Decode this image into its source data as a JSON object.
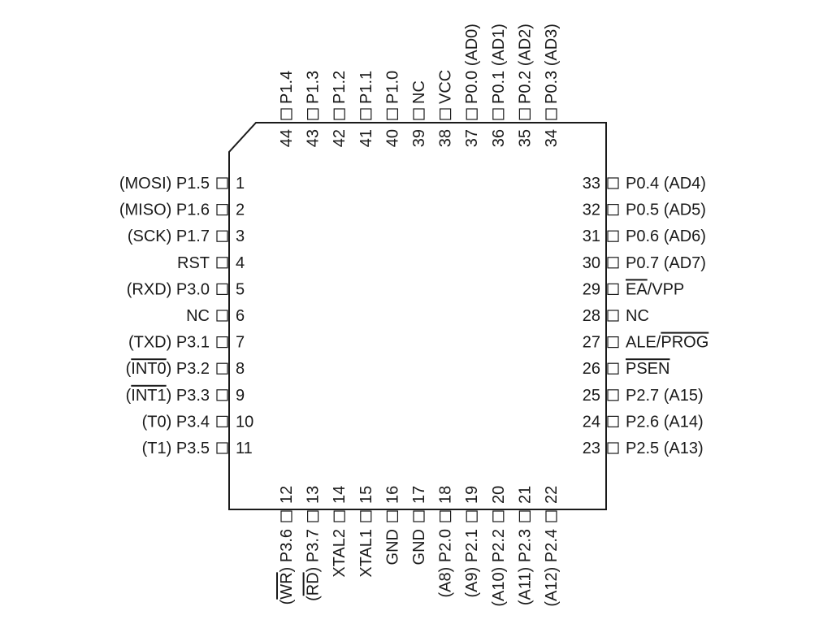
{
  "chip": {
    "package": "44-pin PLCC",
    "left_pins": [
      {
        "num": "1",
        "label": [
          {
            "t": "(MOSI) P1.5"
          }
        ]
      },
      {
        "num": "2",
        "label": [
          {
            "t": "(MISO) P1.6"
          }
        ]
      },
      {
        "num": "3",
        "label": [
          {
            "t": "(SCK) P1.7"
          }
        ]
      },
      {
        "num": "4",
        "label": [
          {
            "t": "RST"
          }
        ]
      },
      {
        "num": "5",
        "label": [
          {
            "t": "(RXD) P3.0"
          }
        ]
      },
      {
        "num": "6",
        "label": [
          {
            "t": "NC"
          }
        ]
      },
      {
        "num": "7",
        "label": [
          {
            "t": "(TXD) P3.1"
          }
        ]
      },
      {
        "num": "8",
        "label": [
          {
            "t": "("
          },
          {
            "t": "INT0",
            "o": true
          },
          {
            "t": ") P3.2"
          }
        ]
      },
      {
        "num": "9",
        "label": [
          {
            "t": "("
          },
          {
            "t": "INT1",
            "o": true
          },
          {
            "t": ") P3.3"
          }
        ]
      },
      {
        "num": "10",
        "label": [
          {
            "t": "(T0) P3.4"
          }
        ]
      },
      {
        "num": "11",
        "label": [
          {
            "t": "(T1) P3.5"
          }
        ]
      }
    ],
    "bottom_pins": [
      {
        "num": "12",
        "label": [
          {
            "t": "("
          },
          {
            "t": "WR",
            "o": true
          },
          {
            "t": ") P3.6"
          }
        ]
      },
      {
        "num": "13",
        "label": [
          {
            "t": "("
          },
          {
            "t": "RD",
            "o": true
          },
          {
            "t": ") P3.7"
          }
        ]
      },
      {
        "num": "14",
        "label": [
          {
            "t": "XTAL2"
          }
        ]
      },
      {
        "num": "15",
        "label": [
          {
            "t": "XTAL1"
          }
        ]
      },
      {
        "num": "16",
        "label": [
          {
            "t": "GND"
          }
        ]
      },
      {
        "num": "17",
        "label": [
          {
            "t": "GND"
          }
        ]
      },
      {
        "num": "18",
        "label": [
          {
            "t": "(A8) P2.0"
          }
        ]
      },
      {
        "num": "19",
        "label": [
          {
            "t": "(A9) P2.1"
          }
        ]
      },
      {
        "num": "20",
        "label": [
          {
            "t": "(A10) P2.2"
          }
        ]
      },
      {
        "num": "21",
        "label": [
          {
            "t": "(A11) P2.3"
          }
        ]
      },
      {
        "num": "22",
        "label": [
          {
            "t": "(A12) P2.4"
          }
        ]
      }
    ],
    "right_pins": [
      {
        "num": "33",
        "label": [
          {
            "t": "P0.4 (AD4)"
          }
        ]
      },
      {
        "num": "32",
        "label": [
          {
            "t": "P0.5 (AD5)"
          }
        ]
      },
      {
        "num": "31",
        "label": [
          {
            "t": "P0.6 (AD6)"
          }
        ]
      },
      {
        "num": "30",
        "label": [
          {
            "t": "P0.7 (AD7)"
          }
        ]
      },
      {
        "num": "29",
        "label": [
          {
            "t": "EA",
            "o": true
          },
          {
            "t": "/VPP"
          }
        ]
      },
      {
        "num": "28",
        "label": [
          {
            "t": "NC"
          }
        ]
      },
      {
        "num": "27",
        "label": [
          {
            "t": "ALE/"
          },
          {
            "t": "PROG",
            "o": true
          }
        ]
      },
      {
        "num": "26",
        "label": [
          {
            "t": "PSEN",
            "o": true
          }
        ]
      },
      {
        "num": "25",
        "label": [
          {
            "t": "P2.7 (A15)"
          }
        ]
      },
      {
        "num": "24",
        "label": [
          {
            "t": "P2.6 (A14)"
          }
        ]
      },
      {
        "num": "23",
        "label": [
          {
            "t": "P2.5 (A13)"
          }
        ]
      }
    ],
    "top_pins": [
      {
        "num": "44",
        "label": [
          {
            "t": "P1.4"
          }
        ]
      },
      {
        "num": "43",
        "label": [
          {
            "t": "P1.3"
          }
        ]
      },
      {
        "num": "42",
        "label": [
          {
            "t": "P1.2"
          }
        ]
      },
      {
        "num": "41",
        "label": [
          {
            "t": "P1.1"
          }
        ]
      },
      {
        "num": "40",
        "label": [
          {
            "t": "P1.0"
          }
        ]
      },
      {
        "num": "39",
        "label": [
          {
            "t": "NC"
          }
        ]
      },
      {
        "num": "38",
        "label": [
          {
            "t": "VCC"
          }
        ]
      },
      {
        "num": "37",
        "label": [
          {
            "t": "P0.0 (AD0)"
          }
        ]
      },
      {
        "num": "36",
        "label": [
          {
            "t": "P0.1 (AD1)"
          }
        ]
      },
      {
        "num": "35",
        "label": [
          {
            "t": "P0.2 (AD2)"
          }
        ]
      },
      {
        "num": "34",
        "label": [
          {
            "t": "P0.3 (AD3)"
          }
        ]
      }
    ]
  },
  "colors": {
    "line": "#1a1a1a",
    "text": "#1a1a1a",
    "background": "#ffffff"
  }
}
